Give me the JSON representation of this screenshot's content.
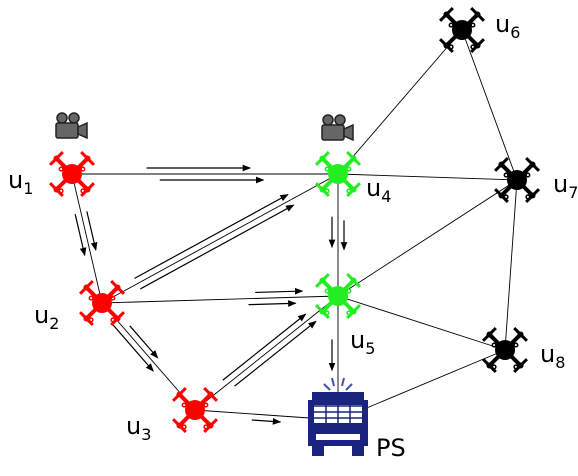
{
  "drones": [
    {
      "id": "u1",
      "letter": "u",
      "index": "1",
      "color": "#ff0000",
      "camera": true
    },
    {
      "id": "u2",
      "letter": "u",
      "index": "2",
      "color": "#ff0000",
      "camera": false
    },
    {
      "id": "u3",
      "letter": "u",
      "index": "3",
      "color": "#ff0000",
      "camera": false
    },
    {
      "id": "u4",
      "letter": "u",
      "index": "4",
      "color": "#22ee22",
      "camera": true
    },
    {
      "id": "u5",
      "letter": "u",
      "index": "5",
      "color": "#22ee22",
      "camera": false
    },
    {
      "id": "u6",
      "letter": "u",
      "index": "6",
      "color": "#000000",
      "camera": false
    },
    {
      "id": "u7",
      "letter": "u",
      "index": "7",
      "color": "#000000",
      "camera": false
    },
    {
      "id": "u8",
      "letter": "u",
      "index": "8",
      "color": "#000000",
      "camera": false
    }
  ],
  "public_safety": {
    "label": "PS",
    "icon": "fire-truck-icon",
    "color": "#1a237e"
  },
  "links": [
    [
      "u1",
      "u4"
    ],
    [
      "u1",
      "u2"
    ],
    [
      "u2",
      "u4"
    ],
    [
      "u2",
      "u5"
    ],
    [
      "u2",
      "u3"
    ],
    [
      "u3",
      "u5"
    ],
    [
      "u3",
      "PS"
    ],
    [
      "u4",
      "u5"
    ],
    [
      "u4",
      "u6"
    ],
    [
      "u4",
      "u7"
    ],
    [
      "u5",
      "u7"
    ],
    [
      "u5",
      "u8"
    ],
    [
      "u5",
      "PS"
    ],
    [
      "u6",
      "u7"
    ],
    [
      "u7",
      "u8"
    ],
    [
      "u8",
      "PS"
    ]
  ],
  "data_flows": [
    [
      "u1",
      "u4"
    ],
    [
      "u4",
      "u1"
    ],
    [
      "u1",
      "u2"
    ],
    [
      "u2",
      "u1"
    ],
    [
      "u2",
      "u4"
    ],
    [
      "u4",
      "u2"
    ],
    [
      "u2",
      "u5"
    ],
    [
      "u5",
      "u2"
    ],
    [
      "u2",
      "u3"
    ],
    [
      "u3",
      "u2"
    ],
    [
      "u3",
      "u5"
    ],
    [
      "u5",
      "u3"
    ],
    [
      "u4",
      "u5"
    ],
    [
      "u5",
      "u4"
    ],
    [
      "u5",
      "PS"
    ],
    [
      "u3",
      "PS"
    ]
  ]
}
